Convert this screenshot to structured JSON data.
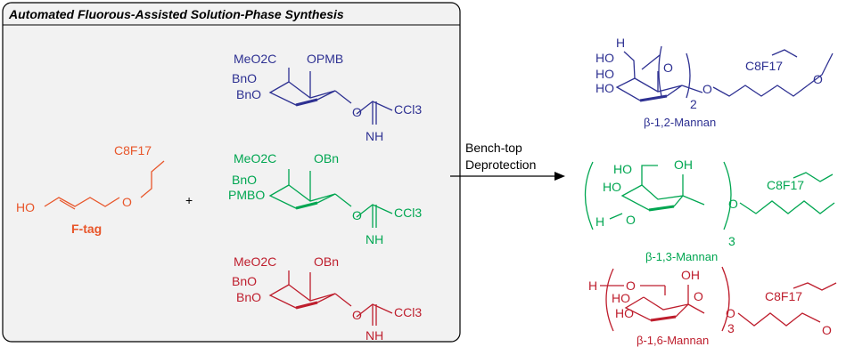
{
  "panel": {
    "title": "Automated Fluorous-Assisted Solution-Phase Synthesis"
  },
  "ftag": {
    "label": "F-tag",
    "chain_label": "C8F17",
    "hydroxyl_label": "HO",
    "ether_label": "O",
    "plus": "+"
  },
  "donors": [
    {
      "name": "blue-donor",
      "ester": "MeO2C",
      "protecting_top": "OPMB",
      "substituent_1": "BnO",
      "substituent_2": "BnO",
      "anomeric_o": "O",
      "ccl3": "CCl3",
      "imine": "NH"
    },
    {
      "name": "green-donor",
      "ester": "MeO2C",
      "protecting_top": "OBn",
      "substituent_1": "BnO",
      "substituent_2": "PMBO",
      "anomeric_o": "O",
      "ccl3": "CCl3",
      "imine": "NH"
    },
    {
      "name": "red-donor",
      "ester": "MeO2C",
      "protecting_top": "OBn",
      "substituent_1": "BnO",
      "substituent_2": "BnO",
      "anomeric_o": "O",
      "ccl3": "CCl3",
      "imine": "NH"
    }
  ],
  "arrow": {
    "line1": "Bench-top",
    "line2": "Deprotection"
  },
  "products": [
    {
      "name": "beta-1-2-mannan",
      "caption": "β-1,2-Mannan",
      "end_group": "H",
      "repeat": "2",
      "chain_label": "C8F17",
      "hydroxyls": [
        "HO",
        "HO",
        "HO"
      ],
      "o_label": "O"
    },
    {
      "name": "beta-1-3-mannan",
      "caption": "β-1,3-Mannan",
      "end_group": "H",
      "repeat": "3",
      "chain_label": "C8F17",
      "hydroxyls": [
        "HO",
        "OH",
        "HO"
      ],
      "o_label": "O"
    },
    {
      "name": "beta-1-6-mannan",
      "caption": "β-1,6-Mannan",
      "end_group": "H",
      "repeat": "3",
      "chain_label": "C8F17",
      "hydroxyls": [
        "OH",
        "HO",
        "HO"
      ],
      "o_label": "O"
    }
  ],
  "colors": {
    "ftag": "#e8562a",
    "blue": "#2e3192",
    "green": "#00a651",
    "red": "#be1e2d",
    "panel_bg": "#f2f2f2",
    "border": "#000000"
  }
}
